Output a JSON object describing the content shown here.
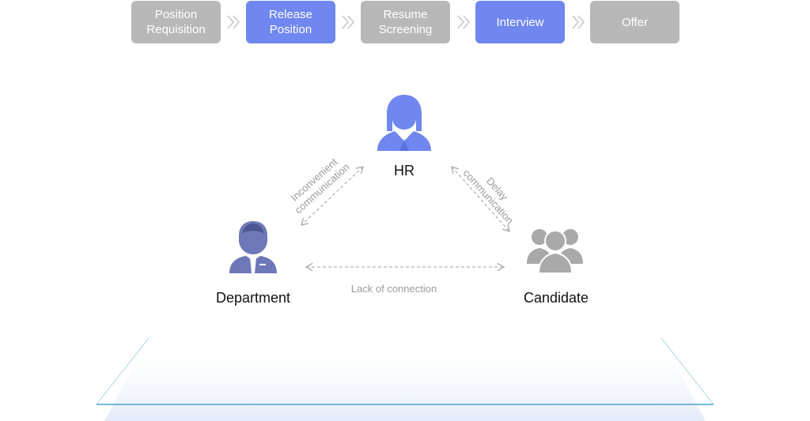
{
  "steps": [
    {
      "label": "Position\nRequisition",
      "state": "inactive"
    },
    {
      "label": "Release\nPosition",
      "state": "active"
    },
    {
      "label": "Resume\nScreening",
      "state": "inactive"
    },
    {
      "label": "Interview",
      "state": "active"
    },
    {
      "label": "Offer",
      "state": "inactive"
    }
  ],
  "roles": {
    "hr": {
      "label": "HR",
      "icon": "hr-woman-icon"
    },
    "department": {
      "label": "Department",
      "icon": "department-man-icon"
    },
    "candidate": {
      "label": "Candidate",
      "icon": "candidate-group-icon"
    }
  },
  "edges": {
    "hr_department": "Inconvenient\ncommunication",
    "hr_candidate": "Delay\ncommunication",
    "department_candidate": "Lack of connection"
  },
  "colors": {
    "active_step": "#6f87ef",
    "inactive_step": "#b8b8b8",
    "hr_icon": "#6f87ef",
    "department_icon": "#6d78b8",
    "candidate_icon": "#a9a9a9",
    "platform_edge": "#4aa3cf"
  }
}
